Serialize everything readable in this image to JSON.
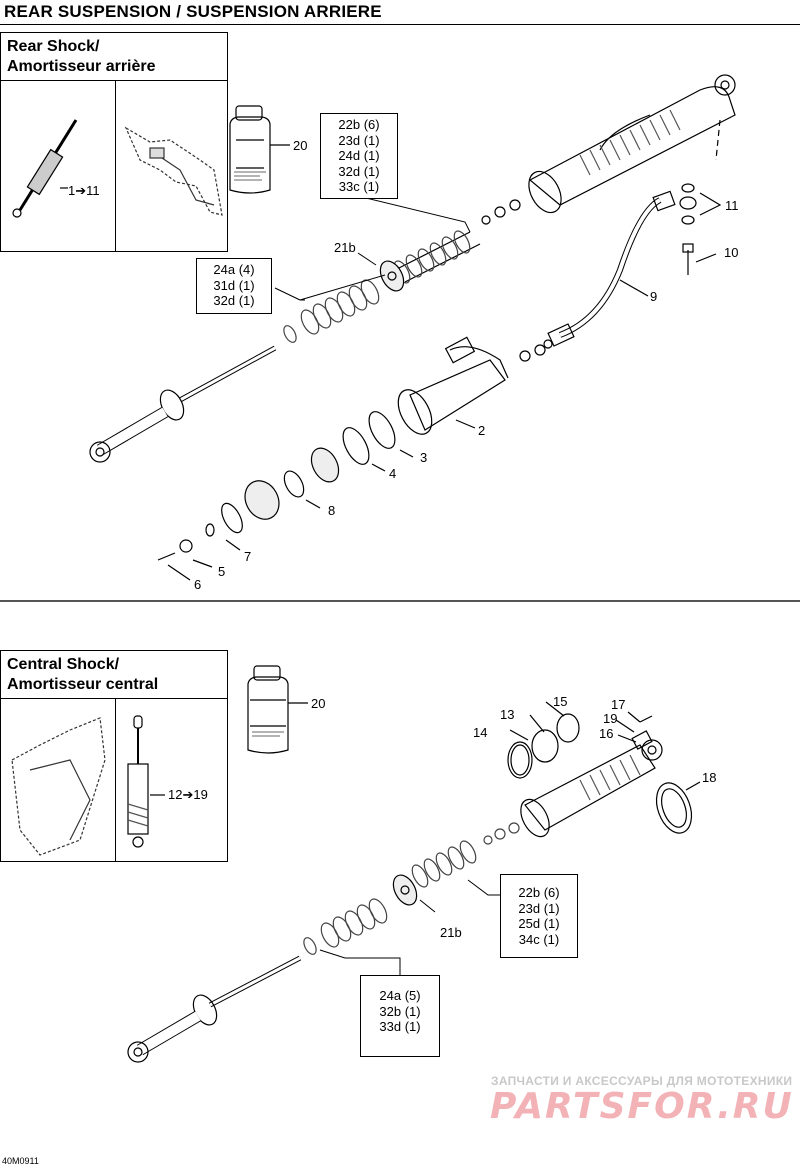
{
  "page_title": "REAR SUSPENSION / SUSPENSION ARRIERE",
  "drawing_code": "40M0911",
  "watermark": {
    "tagline": "ЗАПЧАСТИ И АКСЕССУАРЫ ДЛЯ МОТОТЕХНИКИ",
    "brand": "PARTSFOR.RU"
  },
  "sections": {
    "rear": {
      "title_line1": "Rear Shock/",
      "title_line2": "Amortisseur arrière",
      "range_label": "1➔11",
      "boxes": {
        "upper_springs": [
          "22b (6)",
          "23d (1)",
          "24d (1)",
          "32d (1)",
          "33c (1)"
        ],
        "lower_springs": [
          "24a (4)",
          "31d (1)",
          "32d (1)"
        ]
      },
      "labels": {
        "oil": "20",
        "piston": "21b",
        "hose": "9",
        "fitting": "11",
        "screw": "10",
        "reservoir": "2",
        "ring3": "3",
        "ring4": "4",
        "oring8": "8",
        "washer7": "7",
        "nut5": "5",
        "bolt6": "6"
      }
    },
    "central": {
      "title_line1": "Central Shock/",
      "title_line2": "Amortisseur central",
      "range_label": "12➔19",
      "boxes": {
        "upper_springs": [
          "22b (6)",
          "23d (1)",
          "25d (1)",
          "34c (1)"
        ],
        "lower_springs": [
          "24a (5)",
          "32b (1)",
          "33d (1)"
        ]
      },
      "labels": {
        "oil": "20",
        "piston": "21b",
        "cap": "15",
        "seal": "13",
        "oring": "14",
        "screw": "17",
        "pin": "19",
        "eye": "16",
        "spanner": "18"
      }
    }
  }
}
